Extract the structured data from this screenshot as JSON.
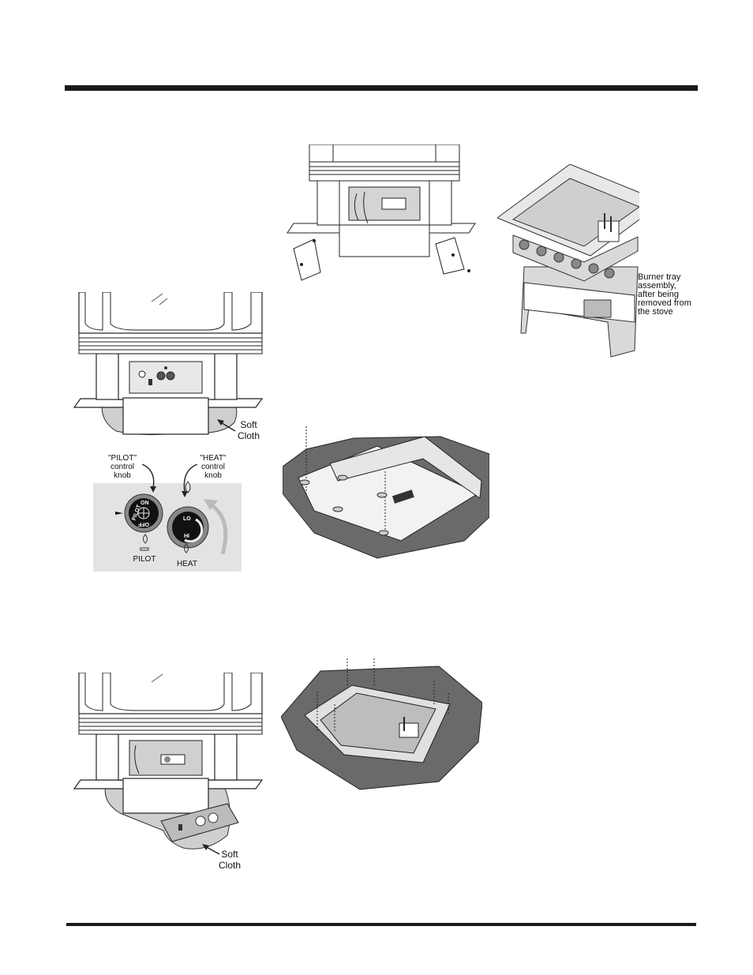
{
  "labels": {
    "soft_cloth_1": [
      "Soft",
      "Cloth"
    ],
    "soft_cloth_2": [
      "Soft",
      "Cloth"
    ],
    "pilot_control_knob": [
      "\"PILOT\"",
      "control",
      "knob"
    ],
    "heat_control_knob": [
      "\"HEAT\"",
      "control",
      "knob"
    ],
    "pilot": "PILOT",
    "heat": "HEAT",
    "knob_on": "ON",
    "knob_pilot": "PILOT",
    "knob_off": "OFF",
    "knob_lo": "LO",
    "knob_hi": "HI",
    "burner_tray": [
      "Burner tray",
      "assembly,",
      "after being",
      "removed from",
      "the stove"
    ]
  },
  "colors": {
    "rule": "#1a1a1a",
    "cloth": "#cfcfcf",
    "panel": "#e2e3e5",
    "tray_dark": "#6a6a6a",
    "box": "#d9d9d9"
  }
}
